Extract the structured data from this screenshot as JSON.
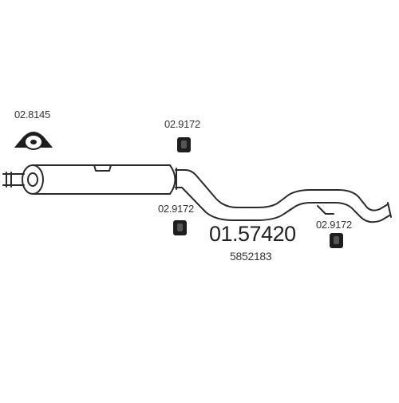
{
  "diagram": {
    "main_part_number": "01.57420",
    "oem_number": "5852183",
    "parts": [
      {
        "code": "02.8145",
        "kind": "clamp"
      },
      {
        "code": "02.9172",
        "kind": "rubber-mount-top"
      },
      {
        "code": "02.9172",
        "kind": "rubber-mount-left"
      },
      {
        "code": "02.9172",
        "kind": "rubber-mount-right"
      }
    ],
    "colors": {
      "line": "#2a2a2a",
      "part": "#1e1e1e",
      "background": "#ffffff"
    }
  }
}
